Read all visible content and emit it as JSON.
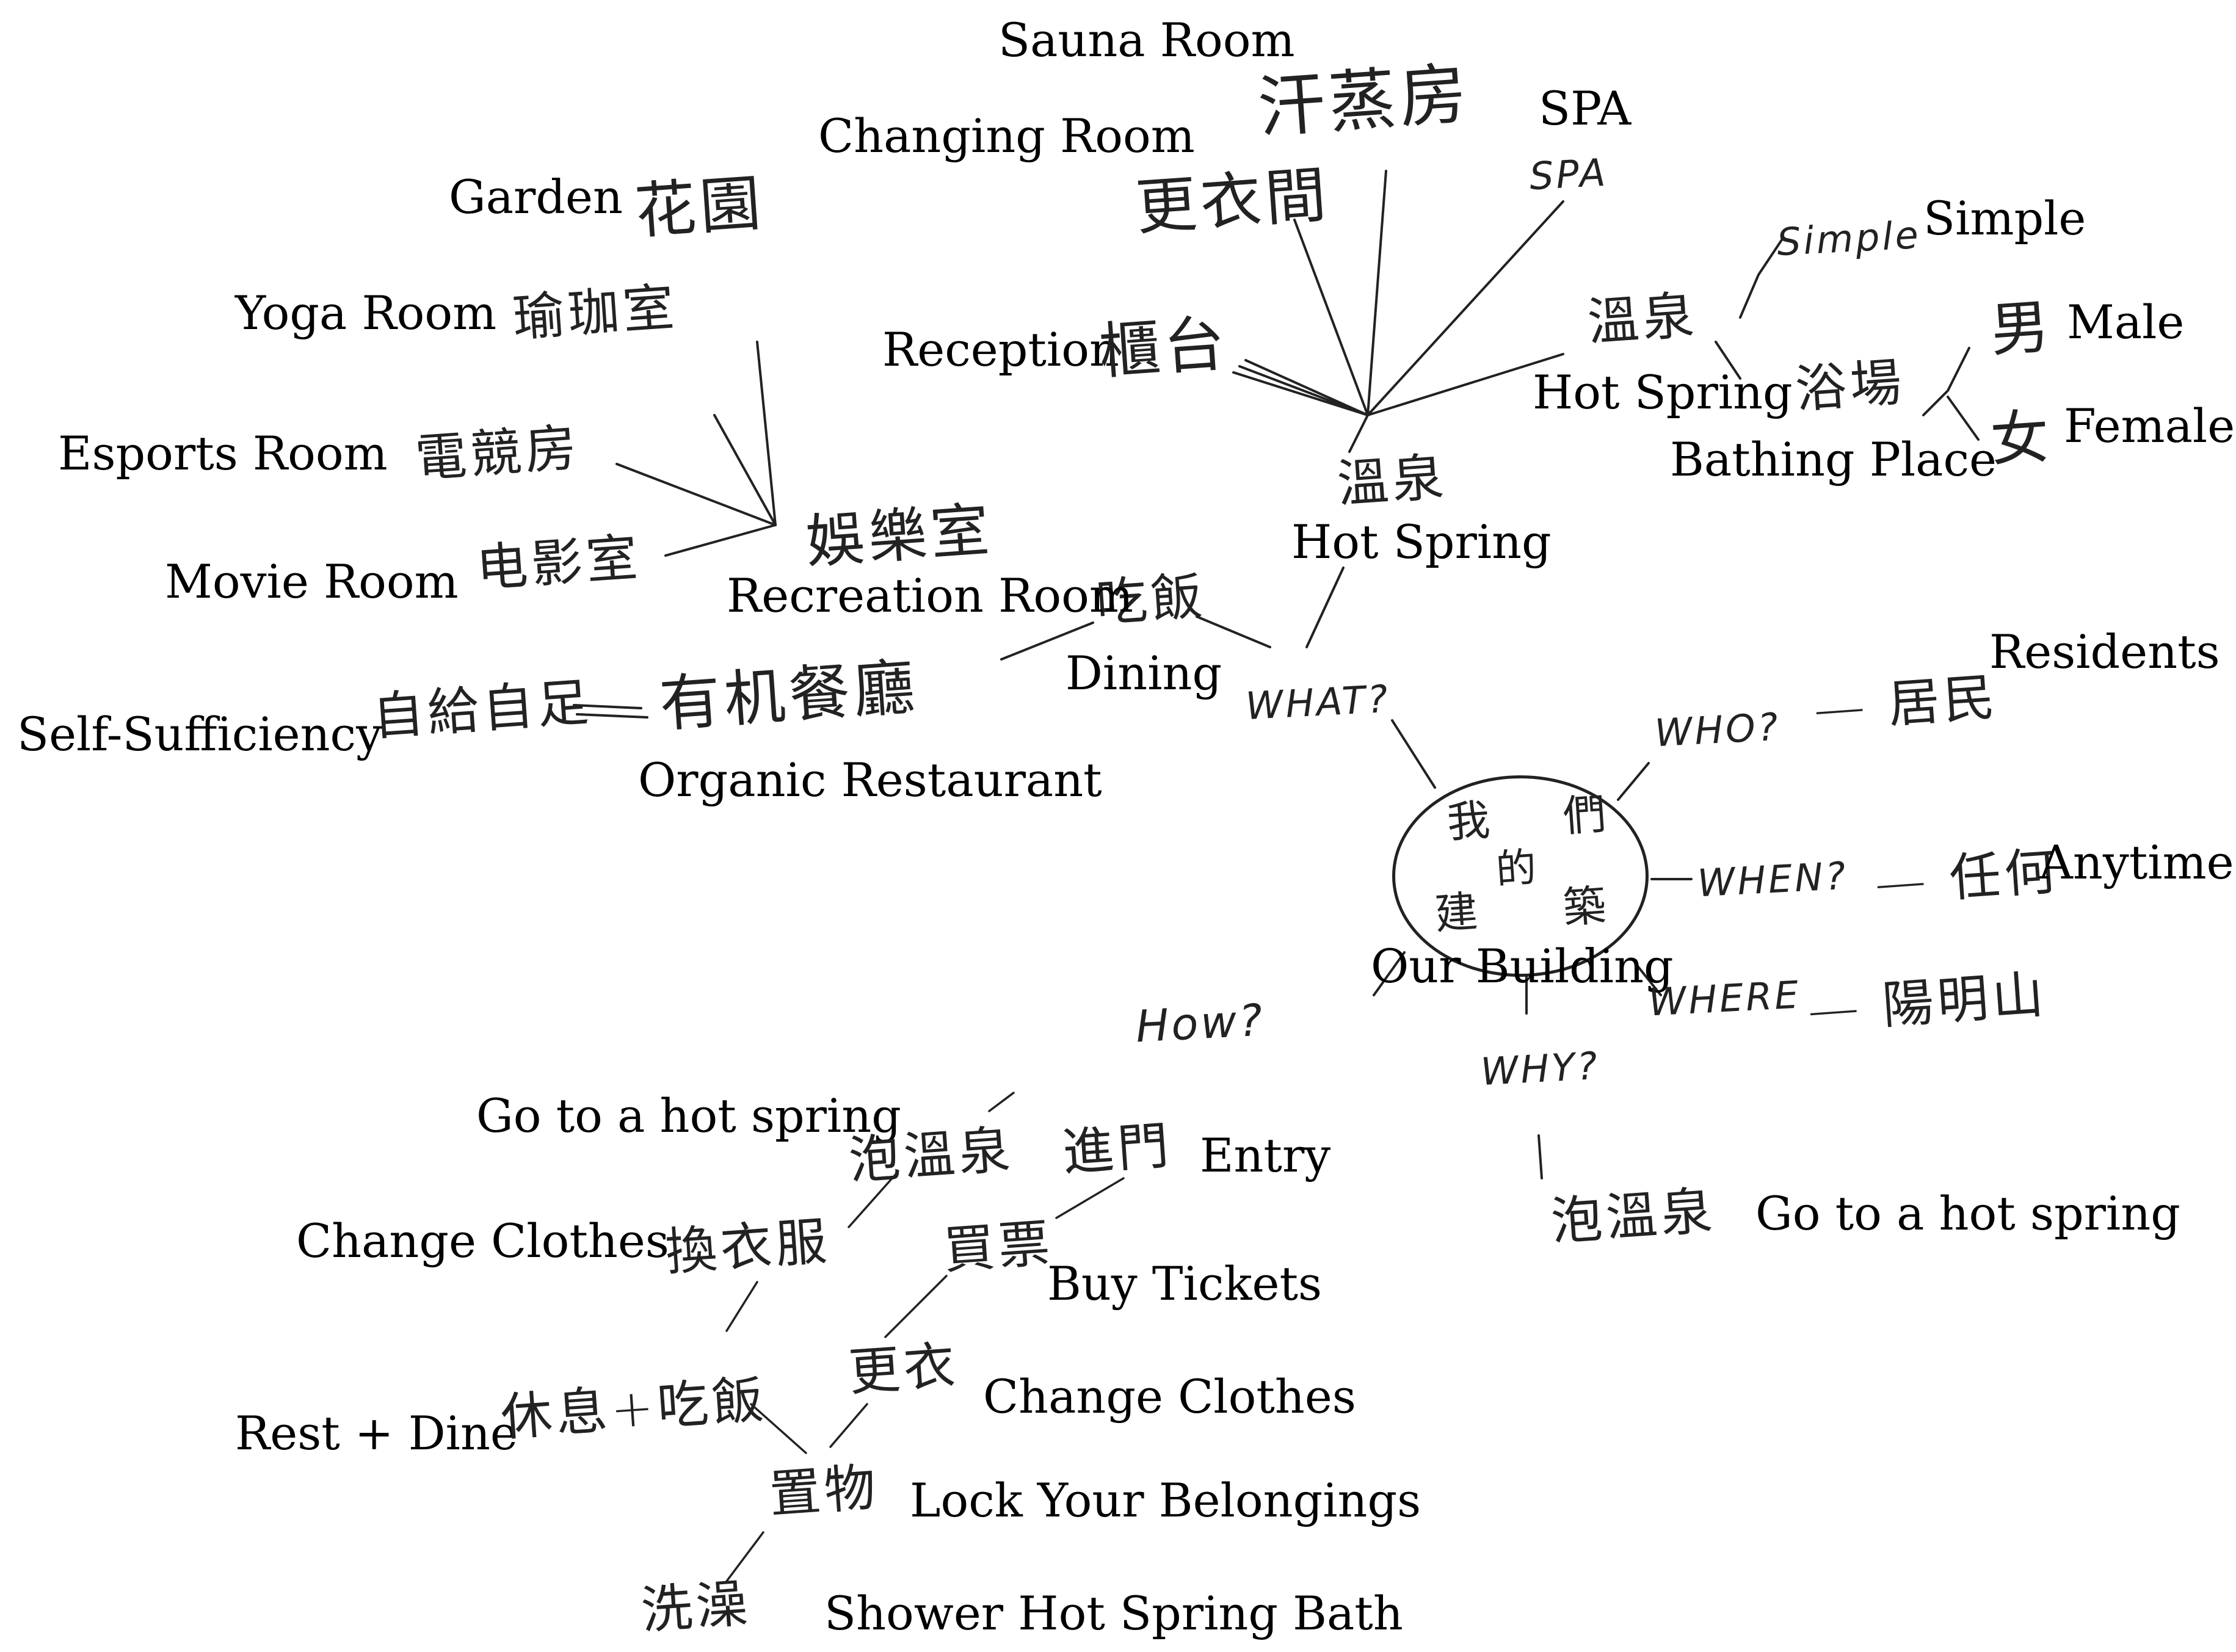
{
  "center": {
    "handwritten": [
      "我",
      "們",
      "的",
      "建",
      "築"
    ],
    "label": "Our Building"
  },
  "questions": {
    "what": "WHAT?",
    "who": "WHO?",
    "when": "WHEN?",
    "where": "WHERE",
    "why": "WHY?",
    "how": "How?"
  },
  "who": {
    "hw": "居民",
    "label": "Residents"
  },
  "when": {
    "hw": "任何",
    "label": "Anytime"
  },
  "where": {
    "hw": "陽明山"
  },
  "why": {
    "hw": "泡溫泉",
    "label": "Go to a hot spring"
  },
  "hot_spring": {
    "hw": "溫泉",
    "label": "Hot Spring",
    "children": {
      "sauna": {
        "hw": "汗蒸房",
        "label": "Sauna Room"
      },
      "changing": {
        "hw": "更衣間",
        "label": "Changing Room"
      },
      "spa": {
        "hw": "SPA",
        "label": "SPA"
      },
      "reception": {
        "hw": "櫃台",
        "label": "Reception"
      },
      "pool": {
        "hw": "溫泉",
        "label": "Hot Spring"
      },
      "simple": {
        "hw": "Simple",
        "label": "Simple"
      },
      "bathing": {
        "hw": "浴場",
        "label": "Bathing Place"
      },
      "male": {
        "hw": "男",
        "label": "Male"
      },
      "female": {
        "hw": "女",
        "label": "Female"
      }
    }
  },
  "dining": {
    "hw": "吃飯",
    "label": "Dining"
  },
  "recreation": {
    "hw": "娛樂室",
    "label": "Recreation Room",
    "children": {
      "garden": {
        "hw": "花園",
        "label": "Garden"
      },
      "yoga": {
        "hw": "瑜珈室",
        "label": "Yoga Room"
      },
      "esports": {
        "hw": "電競房",
        "label": "Esports Room"
      },
      "movie": {
        "hw": "电影室",
        "label": "Movie Room"
      }
    }
  },
  "restaurant": {
    "hw": "有机餐廳",
    "label": "Organic Restaurant",
    "self_hw": "自給自足",
    "self_label": "Self-Sufficiency"
  },
  "how_right": [
    {
      "hw": "進門",
      "label": "Entry"
    },
    {
      "hw": "買票",
      "label": "Buy Tickets"
    },
    {
      "hw": "更衣",
      "label": "Change Clothes"
    },
    {
      "hw": "置物",
      "label": "Lock Your Belongings"
    },
    {
      "hw": "洗澡",
      "label": "Shower Hot Spring Bath"
    }
  ],
  "how_left": [
    {
      "hw": "泡溫泉",
      "label": "Go to a hot spring"
    },
    {
      "hw": "換衣服",
      "label": "Change Clothes"
    },
    {
      "hw": "休息+吃飯",
      "label": "Rest + Dine"
    }
  ]
}
